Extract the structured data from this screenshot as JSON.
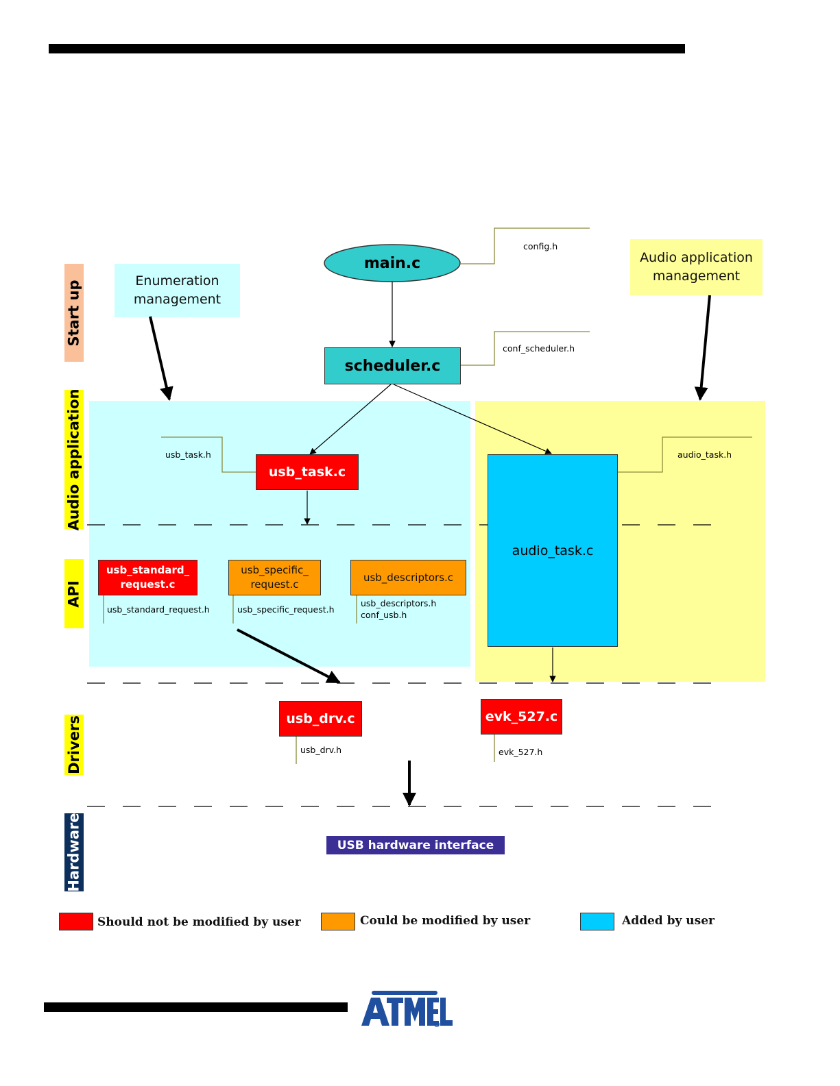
{
  "layers": [
    {
      "key": "startup",
      "label": "Start up",
      "color": "#f9c09a",
      "text_color": "#000000"
    },
    {
      "key": "audioapp",
      "label": "Audio application",
      "color": "#ffff00",
      "text_color": "#000000"
    },
    {
      "key": "api",
      "label": "API",
      "color": "#ffff00",
      "text_color": "#000000"
    },
    {
      "key": "drivers",
      "label": "Drivers",
      "color": "#ffff00",
      "text_color": "#000000"
    },
    {
      "key": "hardware",
      "label": "Hardware",
      "color": "#0d2f5c",
      "text_color": "#ffffff"
    }
  ],
  "notes": {
    "enumeration": "Enumeration management",
    "audio_mgmt": "Audio application management"
  },
  "modules": {
    "main": "main.c",
    "scheduler": "scheduler.c",
    "usb_task": "usb_task.c",
    "audio_task": "audio_task.c",
    "usb_standard_request": "usb_standard_ request.c",
    "usb_specific_request": "usb_specific_ request.c",
    "usb_descriptors": "usb_descriptors.c",
    "usb_drv": "usb_drv.c",
    "evk_527": "evk_527.c",
    "usb_hw": "USB hardware interface"
  },
  "headers": {
    "config_h": "config.h",
    "conf_scheduler_h": "conf_scheduler.h",
    "usb_task_h": "usb_task.h",
    "audio_task_h": "audio_task.h",
    "usb_standard_request_h": "usb_standard_request.h",
    "usb_specific_request_h": "usb_specific_request.h",
    "usb_descriptors_h": "usb_descriptors.h",
    "conf_usb_h": "conf_usb.h",
    "usb_drv_h": "usb_drv.h",
    "evk_527_h": "evk_527.h"
  },
  "legend": [
    {
      "label": "Should not be modified by user",
      "color": "#ff0000"
    },
    {
      "label": "Could be modified by user",
      "color": "#ff9900"
    },
    {
      "label": "Added by user",
      "color": "#00ccff"
    }
  ],
  "logo": {
    "text": "ATMEL",
    "color": "#1f4f9e"
  },
  "colors": {
    "enumeration_region": "#ccffff",
    "audio_region": "#ffff99",
    "hardware_box": "#3b2f96",
    "leader_line": "#8a8a3c"
  }
}
